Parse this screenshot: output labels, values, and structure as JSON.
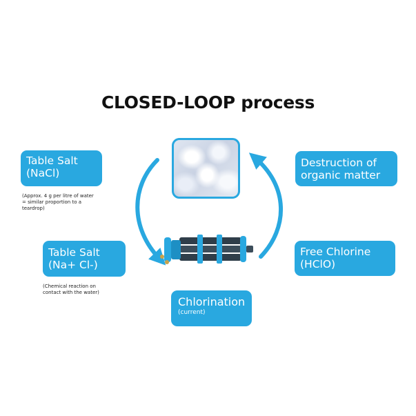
{
  "title": "CLOSED-LOOP process",
  "boxes": {
    "salt": {
      "line1": "Table Salt",
      "line2": "(NaCl)"
    },
    "salt_ions": {
      "line1": "Table Salt",
      "line2": "(Na+ Cl-)"
    },
    "destruction": {
      "line1": "Destruction of",
      "line2": "organic matter"
    },
    "free_chlorine": {
      "line1": "Free Chlorine",
      "line2": "(HClO)"
    },
    "chlorination": {
      "line1": "Chlorination",
      "sub": "(current)"
    }
  },
  "notes": {
    "salt": [
      "(Approx. 4 g per litre of water",
      "= similar proportion to a",
      "teardrop)"
    ],
    "salt_ions": [
      "(Chemical reaction on",
      "contact with the water)"
    ]
  },
  "images": {
    "salt_crystals": "salt-crystals-photo",
    "electrolysis_cell": "electrolysis-cell-photo"
  },
  "colors": {
    "accent": "#29a8e0",
    "title": "#111111",
    "note": "#222222"
  }
}
